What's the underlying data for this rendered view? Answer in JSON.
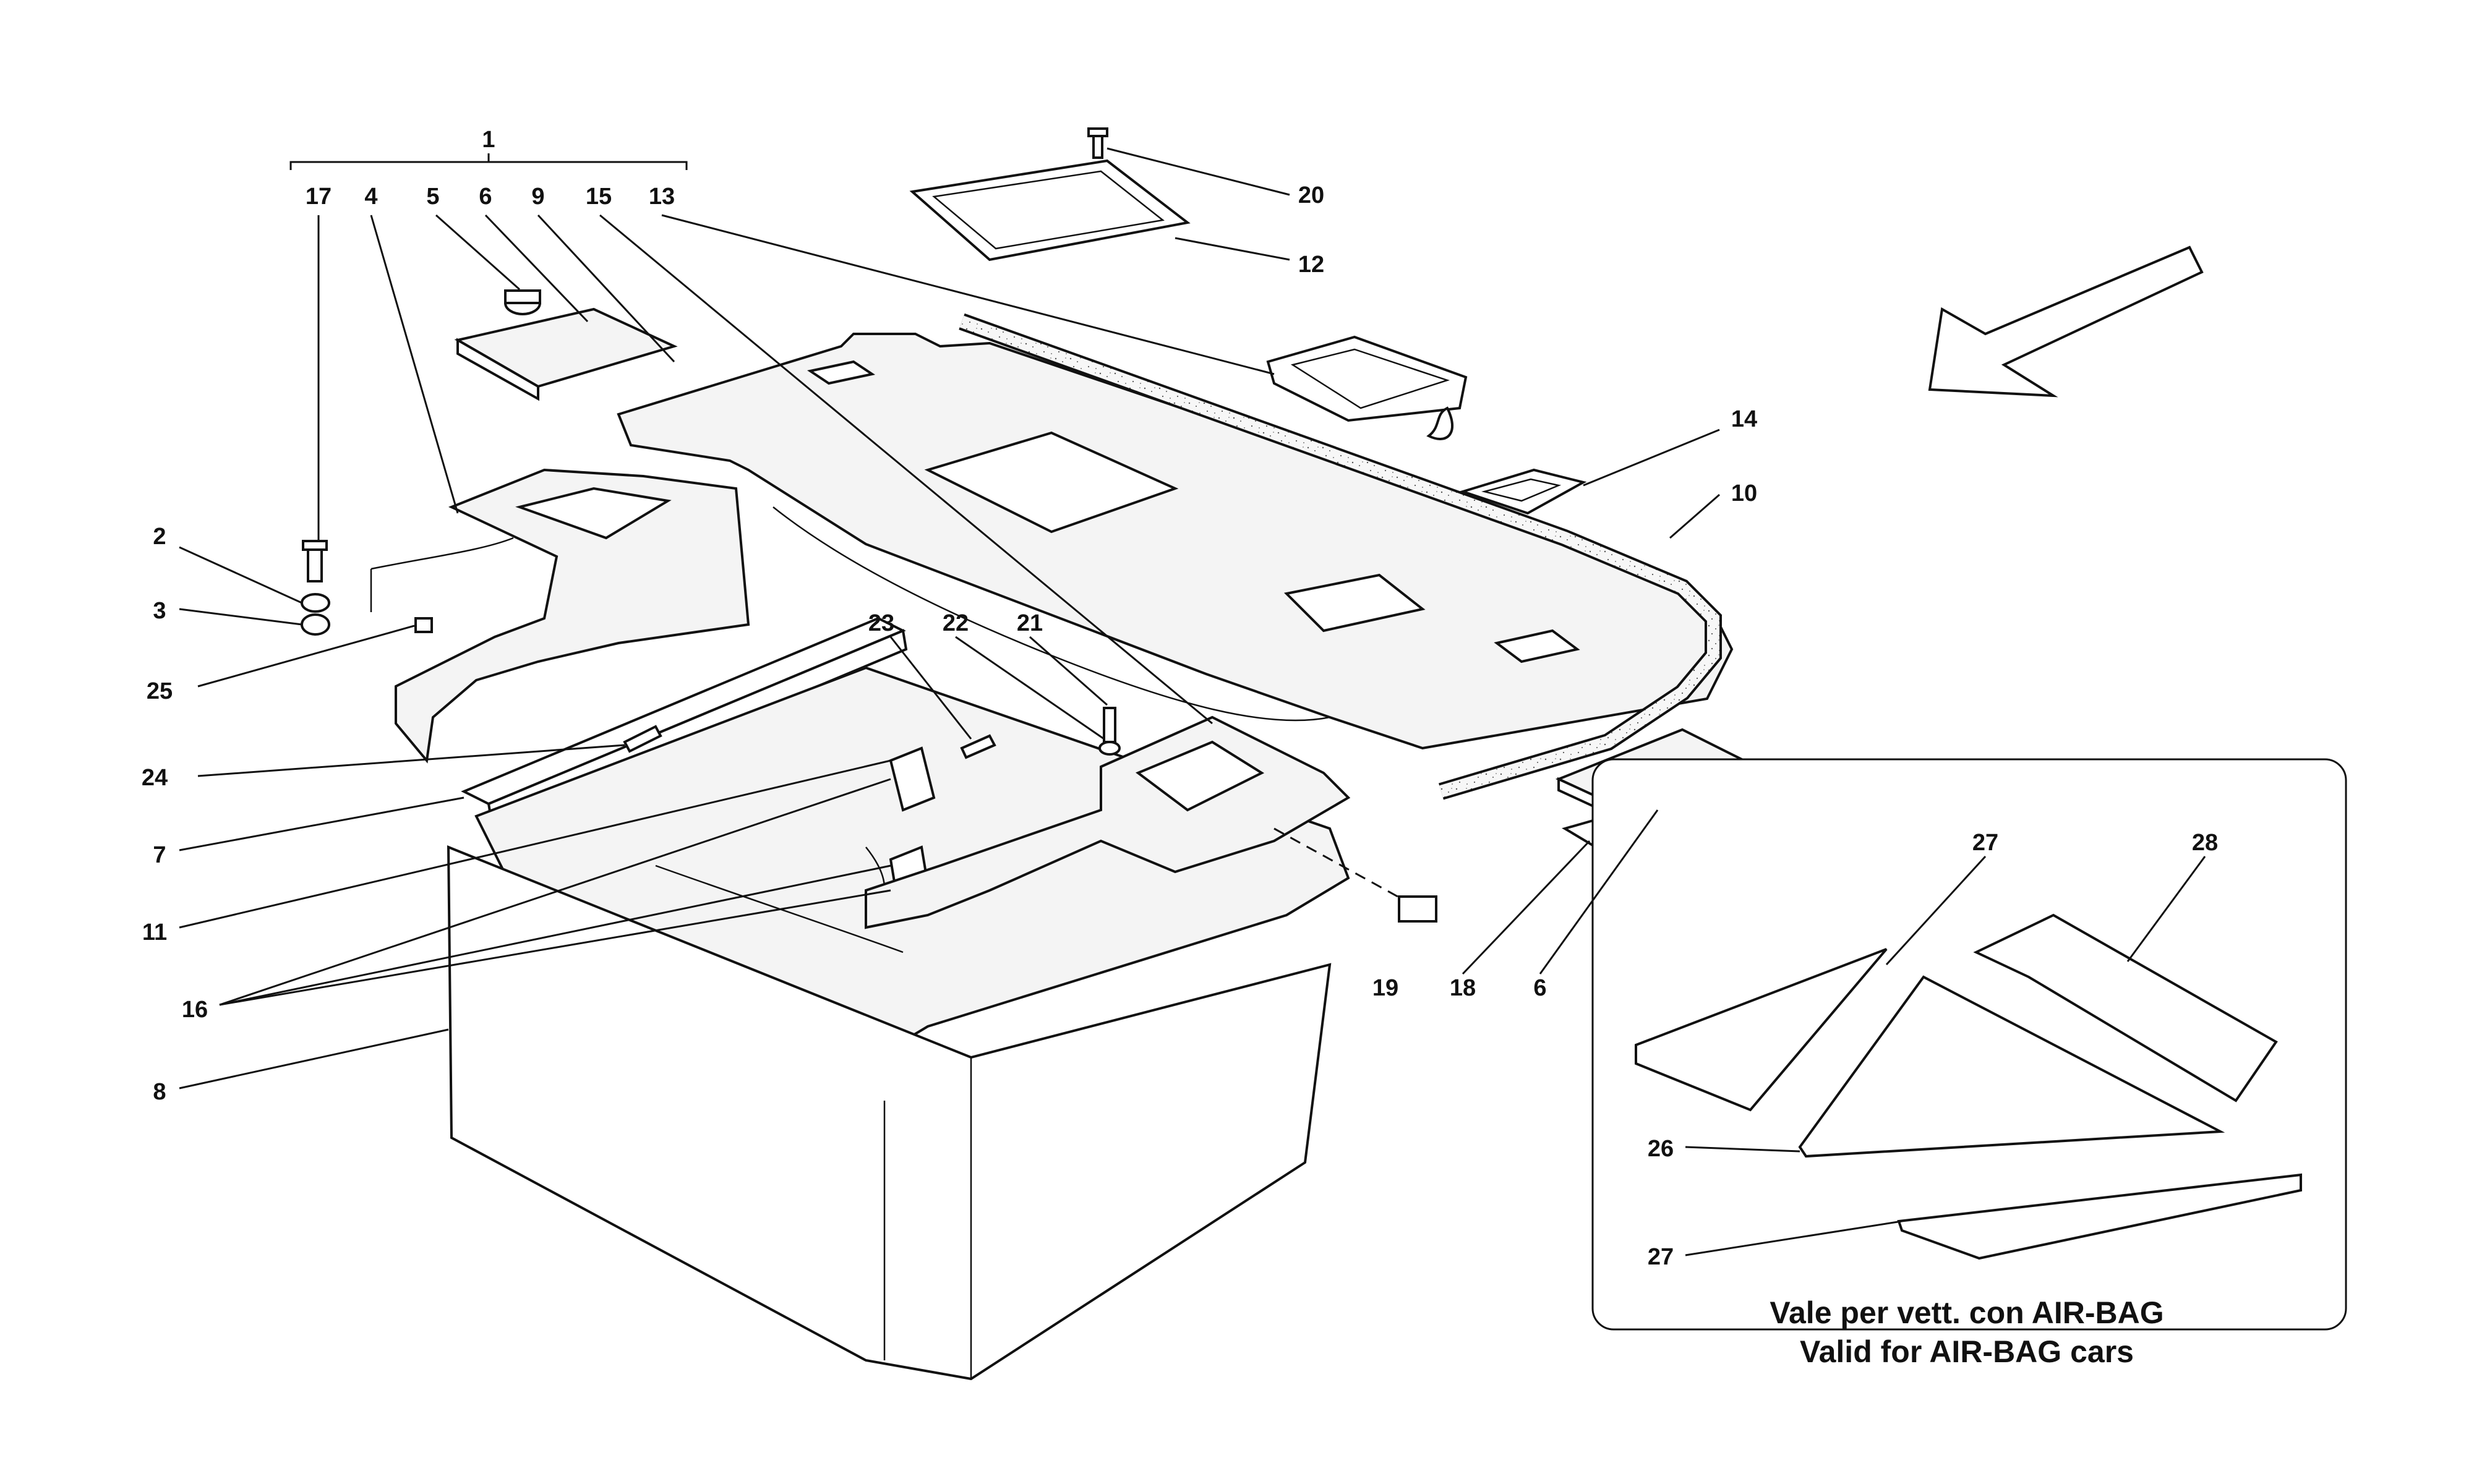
{
  "labels": {
    "l1": "1",
    "l2": "2",
    "l3": "3",
    "l4": "4",
    "l5": "5",
    "l6a": "6",
    "l6b": "6",
    "l7": "7",
    "l8": "8",
    "l9": "9",
    "l10": "10",
    "l11": "11",
    "l12": "12",
    "l13": "13",
    "l14": "14",
    "l15": "15",
    "l16": "16",
    "l17": "17",
    "l18": "18",
    "l19": "19",
    "l20": "20",
    "l21": "21",
    "l22": "22",
    "l23": "23",
    "l24": "24",
    "l25": "25",
    "l26": "26",
    "l27a": "27",
    "l27b": "27",
    "l28": "28"
  },
  "inset_caption": {
    "line1": "Vale per vett. con AIR-BAG",
    "line2": "Valid for AIR-BAG cars"
  }
}
